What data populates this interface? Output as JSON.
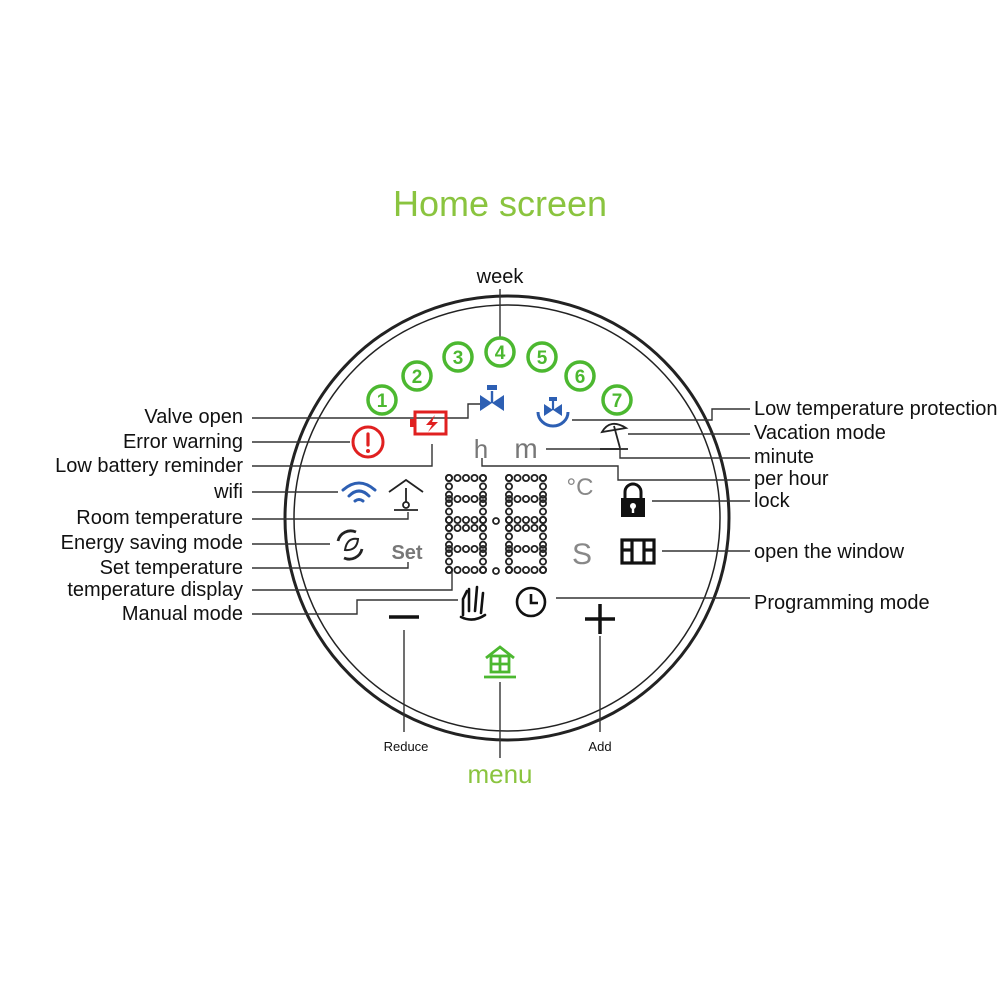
{
  "title": "Home screen",
  "colors": {
    "accent_green": "#8ac43f",
    "day_green": "#4cb830",
    "blue": "#2d5fb3",
    "red": "#e02020"
  },
  "week_label": "week",
  "week_days": [
    "1",
    "2",
    "3",
    "4",
    "5",
    "6",
    "7"
  ],
  "left_labels": {
    "valve_open": "Valve open",
    "error_warning": "Error warning",
    "low_battery": "Low battery reminder",
    "wifi": "wifi",
    "room_temperature": "Room temperature",
    "energy_saving": "Energy saving mode",
    "set_temperature": "Set temperature",
    "temperature_display": "temperature display",
    "manual_mode": "Manual mode"
  },
  "right_labels": {
    "low_temp_protection": "Low temperature protection",
    "vacation_mode": "Vacation mode",
    "minute": "minute",
    "per_hour": "per hour",
    "lock": "lock",
    "open_window": "open the window",
    "programming_mode": "Programming mode"
  },
  "display": {
    "hour_glyph": "h",
    "minute_glyph": "m",
    "unit_celsius": "°C",
    "unit_set": "S",
    "set_badge": "Set"
  },
  "buttons": {
    "reduce": "Reduce",
    "add": "Add",
    "menu": "menu"
  },
  "icons": [
    "valve-icon",
    "low-temp-protection-icon",
    "error-icon",
    "battery-icon",
    "vacation-icon",
    "wifi-icon",
    "room-temp-icon",
    "lock-icon",
    "energy-saving-icon",
    "window-icon",
    "manual-mode-icon",
    "programming-clock-icon",
    "minus-icon",
    "plus-icon",
    "menu-home-icon"
  ]
}
